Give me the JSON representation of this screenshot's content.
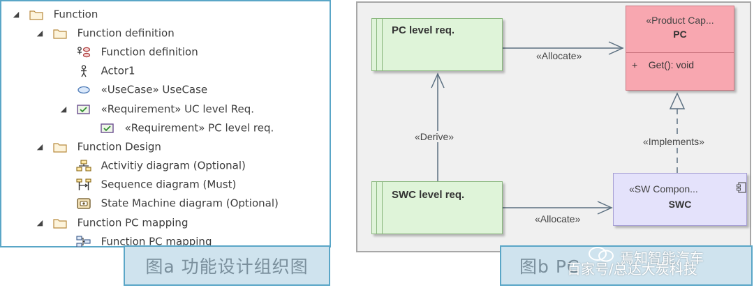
{
  "tree": {
    "items": [
      {
        "label": "Function",
        "icon": "folder-icon",
        "expander": "◢"
      },
      {
        "label": "Function definition",
        "icon": "folder-icon",
        "expander": "◢"
      },
      {
        "label": "Function definition",
        "icon": "usecase-diagram-icon",
        "expander": ""
      },
      {
        "label": "Actor1",
        "icon": "actor-icon",
        "expander": ""
      },
      {
        "label": "«UseCase» UseCase",
        "icon": "usecase-icon",
        "expander": ""
      },
      {
        "label": "«Requirement» UC level Req.",
        "icon": "requirement-icon",
        "expander": "◢"
      },
      {
        "label": "«Requirement» PC level req.",
        "icon": "requirement-icon",
        "expander": ""
      },
      {
        "label": "Function Design",
        "icon": "folder-icon",
        "expander": "◢"
      },
      {
        "label": "Activitiy diagram (Optional)",
        "icon": "activity-diagram-icon",
        "expander": ""
      },
      {
        "label": "Sequence diagram (Must)",
        "icon": "sequence-diagram-icon",
        "expander": ""
      },
      {
        "label": "State Machine diagram (Optional)",
        "icon": "statemachine-diagram-icon",
        "expander": ""
      },
      {
        "label": "Function PC mapping",
        "icon": "folder-icon",
        "expander": "◢"
      },
      {
        "label": "Function PC mapping",
        "icon": "mapping-diagram-icon",
        "expander": ""
      }
    ]
  },
  "diagram": {
    "pc_level_req": "PC level req.",
    "swc_level_req": "SWC level req.",
    "pc_class": {
      "stereotype": "«Product Cap...",
      "name": "PC",
      "operation": "+    Get(): void"
    },
    "swc_component": {
      "stereotype": "«SW Compon...",
      "name": "SWC"
    },
    "labels": {
      "allocate_top": "«Allocate»",
      "allocate_bottom": "«Allocate»",
      "derive": "«Derive»",
      "implements": "«Implements»"
    }
  },
  "captions": {
    "a": "图a 功能设计组织图",
    "b": "图b PC"
  },
  "watermark": {
    "line1": "焉知智能汽车",
    "line2": "百家号/总达大炭科技"
  },
  "colors": {
    "requirement_fill": "#dff4d9",
    "pc_fill": "#f8a7b0",
    "swc_fill": "#e4e2fb",
    "caption_bg": "#cfe3ee",
    "frame_border": "#5aa6c7"
  }
}
